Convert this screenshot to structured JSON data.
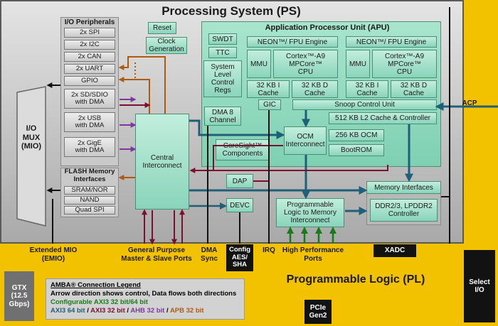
{
  "titles": {
    "ps": "Processing System (PS)",
    "pl": "Programmable Logic (PL)"
  },
  "mio": "I/O\nMUX\n(MIO)",
  "io_peripherals": {
    "title": "I/O Peripherals",
    "items": [
      "2x SPI",
      "2x I2C",
      "2x CAN",
      "2x UART",
      "GPIO",
      "2x SD/SDIO\nwith DMA",
      "2x USB\nwith DMA",
      "2x GigE\nwith DMA"
    ]
  },
  "flash": {
    "title": "FLASH Memory\nInterfaces",
    "items": [
      "SRAM/NOR",
      "NAND",
      "Quad SPI"
    ]
  },
  "reset": "Reset",
  "clock": "Clock\nGeneration",
  "apu": {
    "title": "Application Processor Unit (APU)",
    "swdt": "SWDT",
    "ttc": "TTC",
    "slcr": "System\nLevel\nControl\nRegs",
    "neon": "NEON™/ FPU Engine",
    "mmu": "MMU",
    "cpu": "Cortex™-A9\nMPCore™\nCPU",
    "icache": "32 KB I\nCache",
    "dcache": "32 KB D\nCache",
    "gic": "GIC",
    "scu": "Snoop Control Unit",
    "l2": "512 KB L2 Cache & Controller",
    "ocm_ic": "OCM\nInterconnect",
    "ocm": "256 KB OCM",
    "bootrom": "BootROM"
  },
  "dma": "DMA 8\nChannel",
  "coresight": "CoreSight™\nComponents",
  "central": "Central\nInterconnect",
  "dap": "DAP",
  "devc": "DEVC",
  "mem_if": "Memory Interfaces",
  "ddr": "DDR2/3, LPDDR2\nController",
  "pl2mem": "Programmable\nLogic to Memory\nInterconnect",
  "bottom": {
    "emio": "Extended MIO\n(EMIO)",
    "gp": "General Purpose\nMaster & Slave Ports",
    "dma_sync": "DMA\nSync",
    "irq": "IRQ",
    "hp": "High Performance\nPorts",
    "acp": "ACP"
  },
  "black": {
    "config": "Config\nAES/\nSHA",
    "xadc": "XADC",
    "gtx": "GTX\n(12.5\nGbps)",
    "pcie": "PCIe\nGen2",
    "select": "Select\nI/O"
  },
  "legend": {
    "title": "AMBA® Connection Legend",
    "line1": "Arrow direction shows control, Data flows both directions",
    "line2": "Configurable AXI3 32 bit/64 bit",
    "axi64": "AXI3 64 bit",
    "axi32": "AXI3 32 bit",
    "ahb": "AHB 32 bit",
    "apb": "APB 32 bit",
    "sep": " / "
  },
  "colors": {
    "axi64": "#1f5f78",
    "axi32": "#7a1030",
    "ahb": "#7a3a9a",
    "apb": "#b05a10",
    "config": "#1a7a1a"
  }
}
